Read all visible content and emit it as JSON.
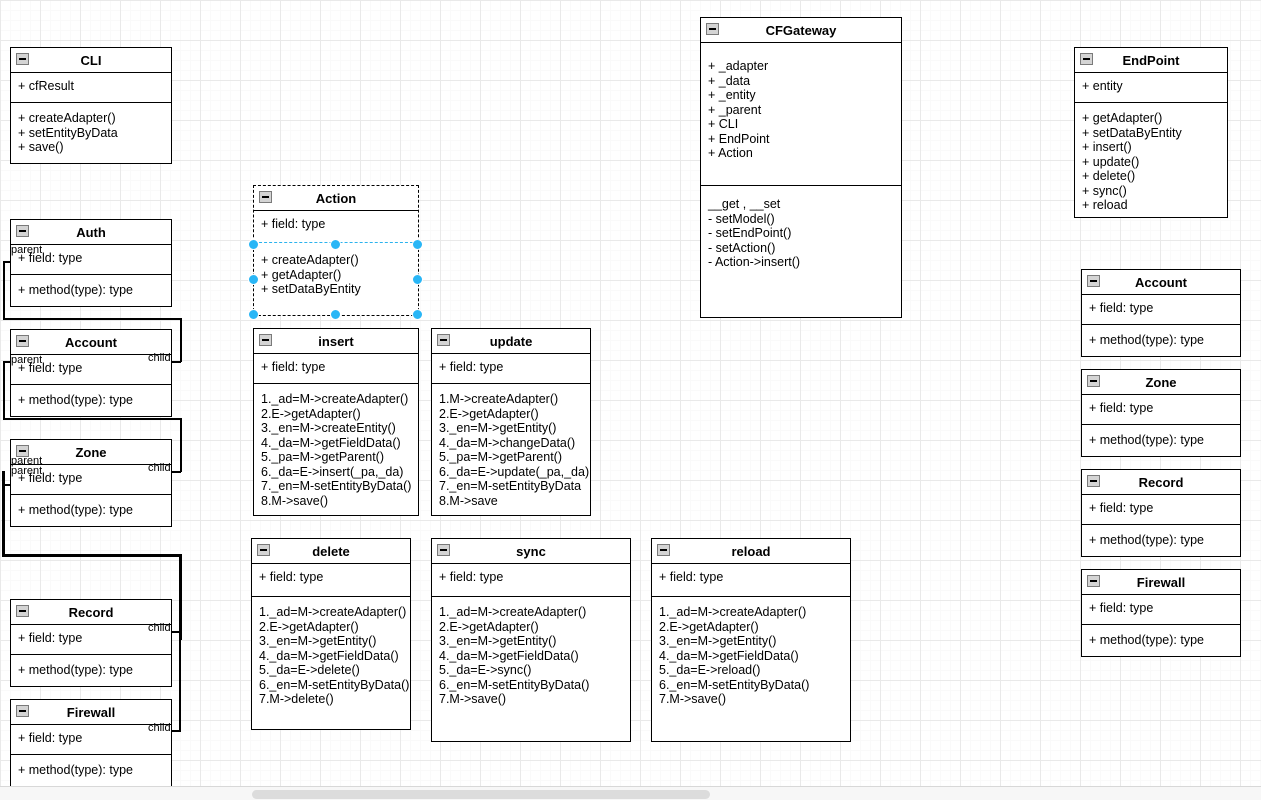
{
  "app": {
    "icons": {
      "collapse": "collapse-icon",
      "scrollbar": "horizontal-scrollbar"
    }
  },
  "colors": {
    "selection_handle": "#29b6f6",
    "selection_border": "#000000",
    "selection_dash_accent": "#2bb3ee",
    "box_border": "#000000",
    "box_fill": "#ffffff",
    "grid_minor": "#fafafa",
    "grid_major": "#e9e9e9",
    "scrollbar_thumb": "#dcdcdc"
  },
  "classes": [
    {
      "id": "cli",
      "title": "CLI",
      "attributes": [
        "+ cfResult"
      ],
      "operations": [
        "+ createAdapter()",
        "+ setEntityByData",
        "+ save()"
      ],
      "selected": false
    },
    {
      "id": "auth",
      "title": "Auth",
      "attributes": [
        "+ field: type"
      ],
      "operations": [
        "+ method(type): type"
      ],
      "selected": false
    },
    {
      "id": "account-left",
      "title": "Account",
      "attributes": [
        "+ field: type"
      ],
      "operations": [
        "+ method(type): type"
      ],
      "selected": false
    },
    {
      "id": "zone-left",
      "title": "Zone",
      "attributes": [
        "+ field: type"
      ],
      "operations": [
        "+ method(type): type"
      ],
      "selected": false
    },
    {
      "id": "record-left",
      "title": "Record",
      "attributes": [
        "+ field: type"
      ],
      "operations": [
        "+ method(type): type"
      ],
      "selected": false
    },
    {
      "id": "firewall-left",
      "title": "Firewall",
      "attributes": [
        "+ field: type"
      ],
      "operations": [
        "+ method(type): type"
      ],
      "selected": false
    },
    {
      "id": "action",
      "title": "Action",
      "attributes": [
        "+ field: type"
      ],
      "operations": [
        "+ createAdapter()",
        "+ getAdapter()",
        "+ setDataByEntity"
      ],
      "selected": true
    },
    {
      "id": "insert",
      "title": "insert",
      "attributes": [
        "+ field: type"
      ],
      "operations": [
        "1._ad=M->createAdapter()",
        "2.E->getAdapter()",
        "3._en=M->createEntity()",
        "4._da=M->getFieldData()",
        "5._pa=M->getParent()",
        "6._da=E->insert(_pa,_da)",
        "7._en=M-setEntityByData()",
        "8.M->save()"
      ],
      "selected": false
    },
    {
      "id": "update",
      "title": "update",
      "attributes": [
        "+ field: type"
      ],
      "operations": [
        "1.M->createAdapter()",
        "2.E->getAdapter()",
        "3._en=M->getEntity()",
        "4._da=M->changeData()",
        "5._pa=M->getParent()",
        "6._da=E->update(_pa,_da)",
        "7._en=M-setEntityByData",
        "8.M->save"
      ],
      "selected": false
    },
    {
      "id": "delete",
      "title": "delete",
      "attributes": [
        "+ field: type"
      ],
      "operations": [
        "1._ad=M->createAdapter()",
        "2.E->getAdapter()",
        "3._en=M->getEntity()",
        "4._da=M->getFieldData()",
        "5._da=E->delete()",
        "6._en=M-setEntityByData()",
        "7.M->delete()"
      ],
      "selected": false
    },
    {
      "id": "sync",
      "title": "sync",
      "attributes": [
        "+ field: type"
      ],
      "operations": [
        "1._ad=M->createAdapter()",
        "2.E->getAdapter()",
        "3._en=M->getEntity()",
        "4._da=M->getFieldData()",
        "5._da=E->sync()",
        "6._en=M-setEntityByData()",
        "7.M->save()"
      ],
      "selected": false
    },
    {
      "id": "reload",
      "title": "reload",
      "attributes": [
        "+ field: type"
      ],
      "operations": [
        "1._ad=M->createAdapter()",
        "2.E->getAdapter()",
        "3._en=M->getEntity()",
        "4._da=M->getFieldData()",
        "5._da=E->reload()",
        "6._en=M-setEntityByData()",
        "7.M->save()"
      ],
      "selected": false
    },
    {
      "id": "cfgateway",
      "title": "CFGateway",
      "attributes": [
        "+ _adapter",
        "+ _data",
        "+ _entity",
        "+ _parent",
        "+ CLI",
        "+ EndPoint",
        "+ Action"
      ],
      "operations": [
        "__get , __set",
        "- setModel()",
        "- setEndPoint()",
        "- setAction()",
        "- Action->insert()"
      ],
      "selected": false
    },
    {
      "id": "endpoint",
      "title": "EndPoint",
      "attributes": [
        "+  entity"
      ],
      "operations": [
        "+ getAdapter()",
        "+ setDataByEntity",
        "+ insert()",
        "+ update()",
        "+ delete()",
        "+ sync()",
        "+ reload"
      ],
      "selected": false
    },
    {
      "id": "account-right",
      "title": "Account",
      "attributes": [
        "+ field: type"
      ],
      "operations": [
        "+ method(type): type"
      ],
      "selected": false
    },
    {
      "id": "zone-right",
      "title": "Zone",
      "attributes": [
        "+ field: type"
      ],
      "operations": [
        "+ method(type): type"
      ],
      "selected": false
    },
    {
      "id": "record-right",
      "title": "Record",
      "attributes": [
        "+ field: type"
      ],
      "operations": [
        "+ method(type): type"
      ],
      "selected": false
    },
    {
      "id": "firewall-right",
      "title": "Firewall",
      "attributes": [
        "+ field: type"
      ],
      "operations": [
        "+ method(type): type"
      ],
      "selected": false
    }
  ],
  "edge_labels": {
    "auth_parent": "parent",
    "account_parent": "parent",
    "account_child": "child",
    "zone_parent_a": "parent",
    "zone_parent_b": "parent",
    "zone_child": "child",
    "record_child": "child",
    "firewall_child": "child"
  }
}
